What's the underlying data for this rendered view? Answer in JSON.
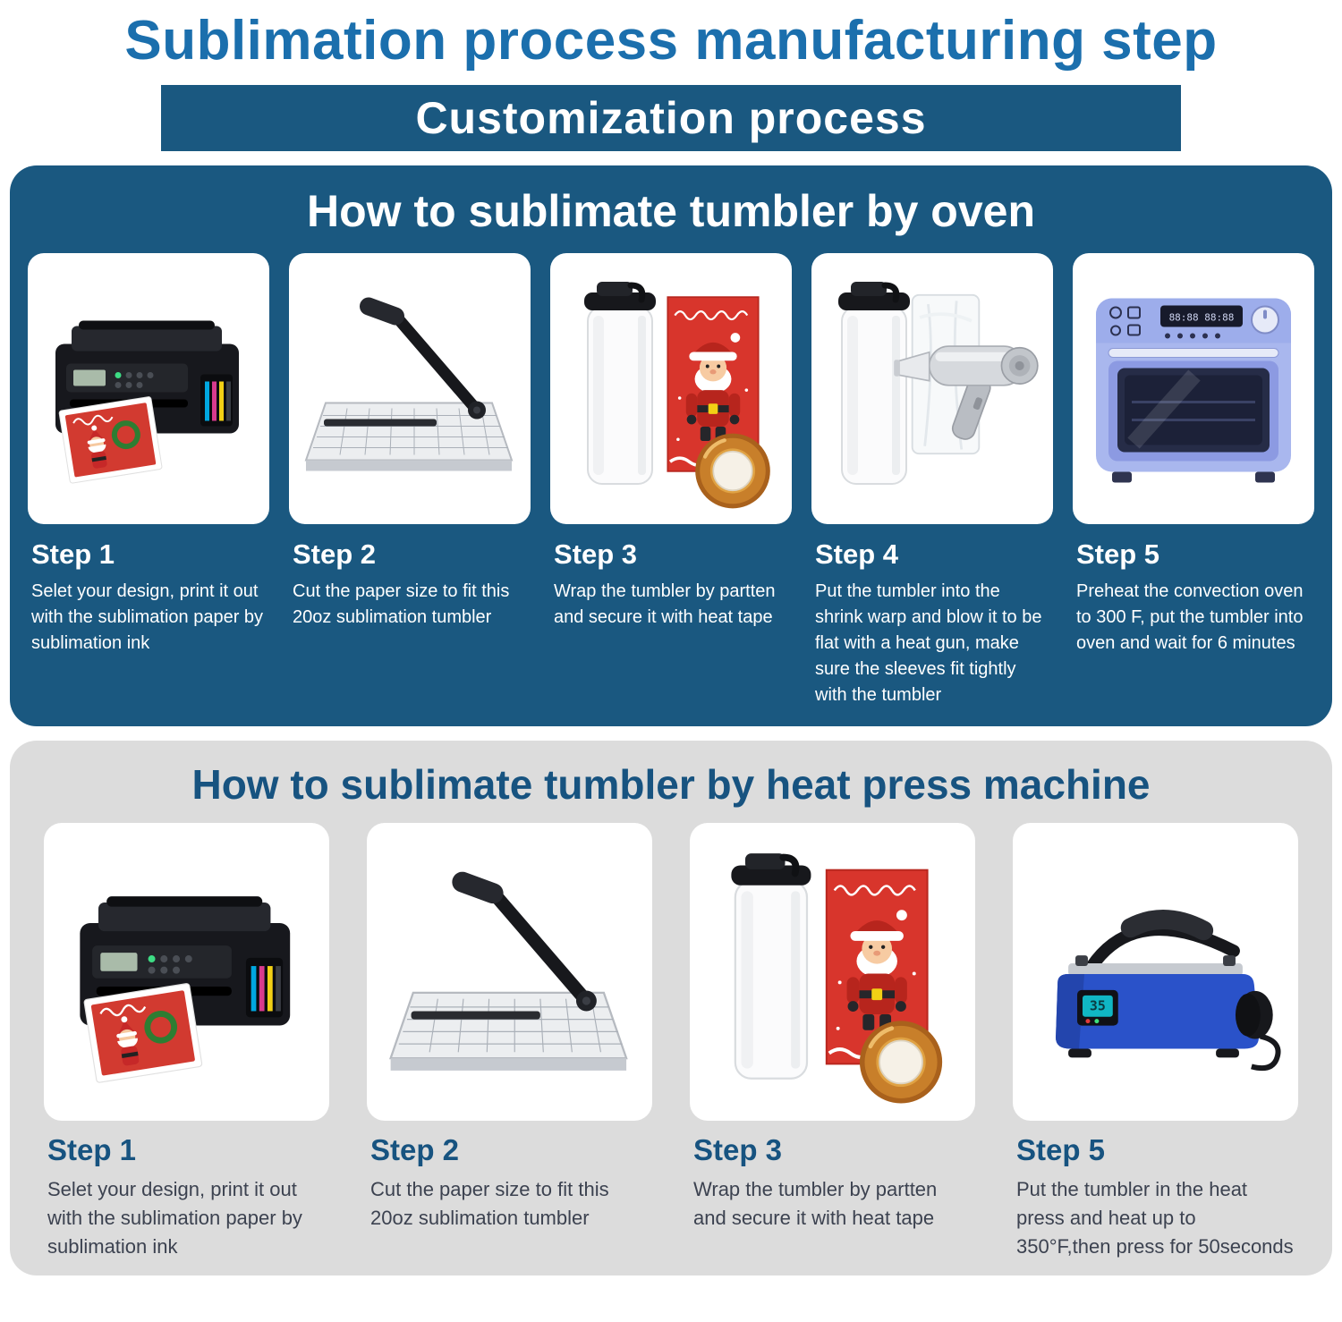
{
  "page": {
    "title": "Sublimation process manufacturing step",
    "banner": "Customization process"
  },
  "colors": {
    "title_blue": "#1b6fad",
    "panel_blue": "#1a5880",
    "panel_gray": "#dcdcdc",
    "heading_dark_blue": "#175380",
    "card_white": "#ffffff"
  },
  "displays": {
    "oven": "88:88  88:88",
    "press": "35"
  },
  "oven_section": {
    "title": "How to sublimate tumbler by oven",
    "steps": [
      {
        "label": "Step 1",
        "image": "inkjet-printer",
        "description": "Selet your design, print it out with the sublimation paper by sublimation ink"
      },
      {
        "label": "Step 2",
        "image": "paper-cutter",
        "description": "Cut the paper size to fit this 20oz sublimation tumbler"
      },
      {
        "label": "Step 3",
        "image": "tumbler-pattern-heat-tape",
        "description": "Wrap the tumbler by partten and secure it with heat tape"
      },
      {
        "label": "Step 4",
        "image": "tumbler-shrink-wrap-heat-gun",
        "description": "Put the tumbler into the shrink warp and blow it to be flat with a heat gun, make sure the sleeves fit tightly with the tumbler"
      },
      {
        "label": "Step 5",
        "image": "convection-oven",
        "description": "Preheat the convection oven to 300 F, put the tumbler into oven and wait for 6 minutes"
      }
    ]
  },
  "press_section": {
    "title": "How to sublimate tumbler by heat press machine",
    "steps": [
      {
        "label": "Step 1",
        "image": "inkjet-printer",
        "description": "Selet your design, print it out with the sublimation paper by sublimation ink"
      },
      {
        "label": "Step 2",
        "image": "paper-cutter",
        "description": "Cut the paper size to fit this 20oz sublimation tumbler"
      },
      {
        "label": "Step 3",
        "image": "tumbler-pattern-heat-tape",
        "description": "Wrap the tumbler by partten and secure it with heat tape"
      },
      {
        "label": "Step 5",
        "image": "heat-press-machine",
        "description": "Put the tumbler in the heat press and heat up to 350°F,then press for 50seconds"
      }
    ]
  }
}
